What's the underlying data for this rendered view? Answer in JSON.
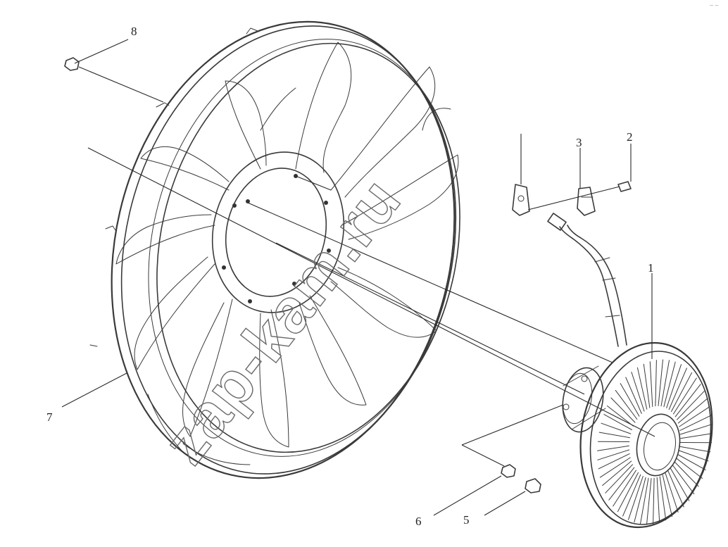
{
  "diagram": {
    "callouts": {
      "c1": "1",
      "c2": "2",
      "c3": "3",
      "c5": "5",
      "c6": "6",
      "c7": "7",
      "c8": "8"
    },
    "watermark": "zap-kam.ru",
    "corner_mark": "– –"
  }
}
